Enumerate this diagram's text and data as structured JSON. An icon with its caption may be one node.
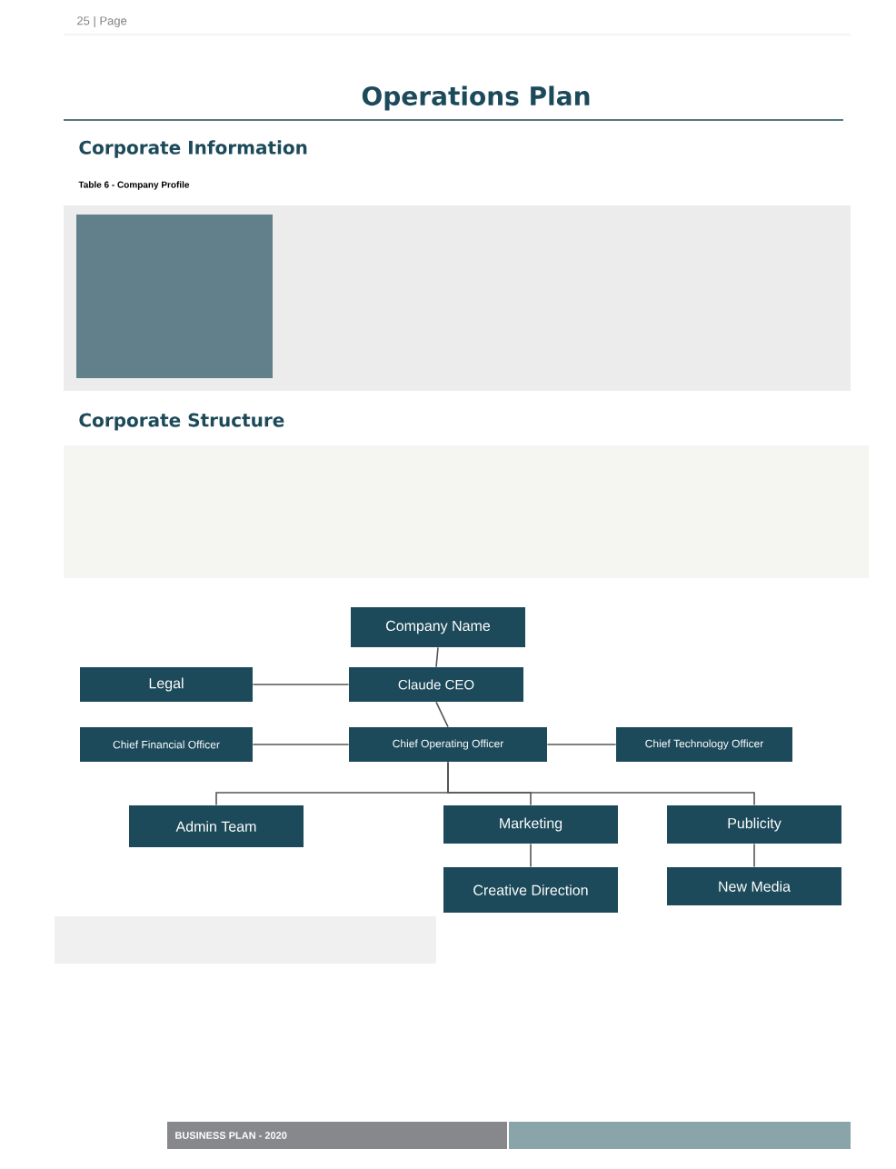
{
  "diagram": {
    "title": "Operations Plan",
    "nodes": [
      {
        "text": [
          "Company Name"
        ]
      },
      {
        "text": [
          "Claude CEO"
        ]
      },
      {
        "text": [
          "Legal"
        ]
      },
      {
        "text": [
          "Chief Operating Officer"
        ]
      },
      {
        "text": [
          "Chief Financial Officer"
        ]
      },
      {
        "text": [
          "Chief Technology Officer"
        ]
      },
      {
        "text": [
          "Admin Team"
        ]
      },
      {
        "text": [
          "Marketing"
        ]
      },
      {
        "text": [
          "Publicity"
        ]
      },
      {
        "text": [
          "Creative Direction"
        ]
      },
      {
        "text": [
          "New Media"
        ]
      }
    ],
    "edges": [
      {
        "from": 0,
        "to": 1,
        "arrow": "none"
      },
      {
        "from": 1,
        "to": 2,
        "arrow": "none"
      },
      {
        "from": 1,
        "to": 3,
        "arrow": "none"
      },
      {
        "from": 3,
        "to": 4,
        "arrow": "none"
      },
      {
        "from": 3,
        "to": 5,
        "arrow": "none"
      },
      {
        "from": 3,
        "to": 6,
        "arrow": "none"
      },
      {
        "from": 3,
        "to": 7,
        "arrow": "none"
      },
      {
        "from": 3,
        "to": 8,
        "arrow": "none"
      },
      {
        "from": 7,
        "to": 9,
        "arrow": "none"
      },
      {
        "from": 8,
        "to": 10,
        "arrow": "none"
      }
    ],
    "labels": [
      "25 | Page",
      "Corporate Information",
      "Table 6 - Company Profile",
      "Corporate Structure",
      "BUSINESS PLAN - 2020"
    ]
  }
}
